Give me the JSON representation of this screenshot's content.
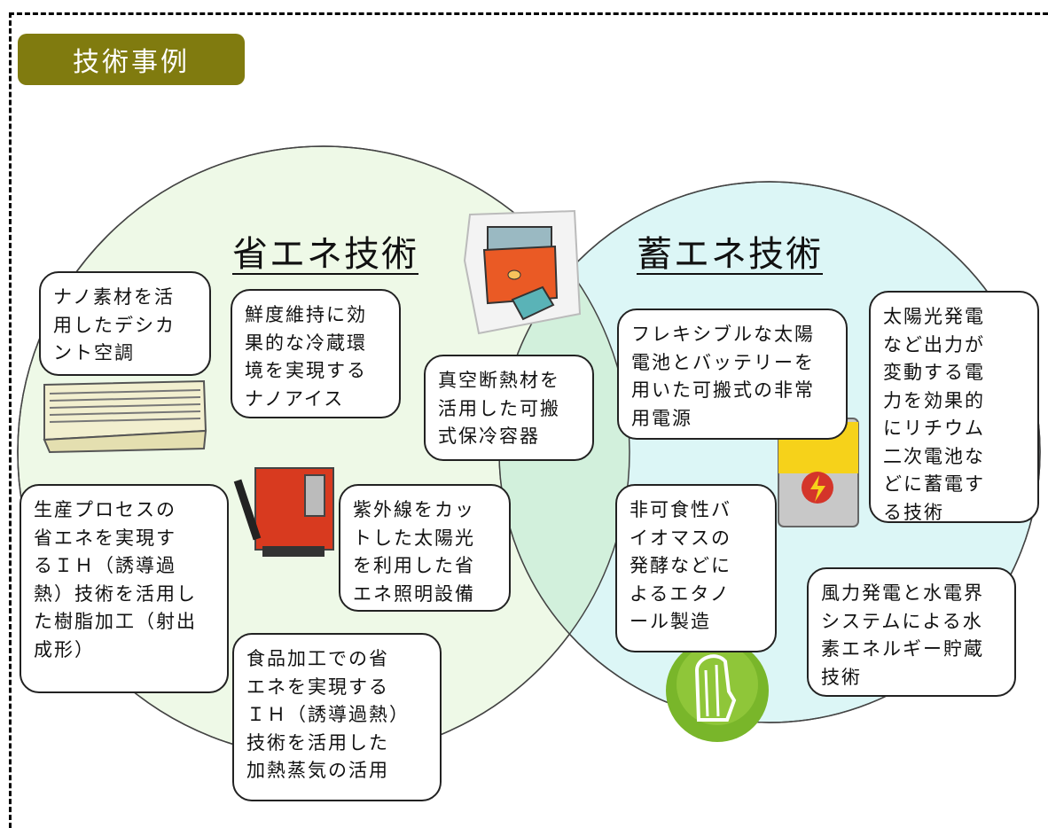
{
  "header": {
    "tag_label": "技術事例"
  },
  "colors": {
    "tag_bg": "#807b0f",
    "left_circle": "#eef9e7",
    "right_circle": "#dcf6f6",
    "overlap": "#d2f0dc"
  },
  "venn": {
    "left_title": "省エネ技術",
    "right_title": "蓄エネ技術"
  },
  "boxes": {
    "nano_desiccant": "ナノ素材を活\n用したデシカ\nント空調",
    "nano_ice": "鮮度維持に効\n果的な冷蔵環\n境を実現する\nナノアイス",
    "vacuum_cooler": "真空断熱材を\n活用した可搬\n式保冷容器",
    "flexible_solar": "フレキシブルな太陽\n電池とバッテリーを\n用いた可搬式の非常\n用電源",
    "lithium_storage": "太陽光発電\nなど出力が\n変動する電\n力を効果的\nにリチウム\n二次電池な\nどに蓄電す\nる技術",
    "ih_resin": "生産プロセスの\n省エネを実現す\nるＩＨ（誘導過\n熱）技術を活用し\nた樹脂加工（射出\n成形）",
    "uv_lighting": "紫外線をカッ\nトした太陽光\nを利用した省\nエネ照明設備",
    "biomass_ethanol": "非可食性バ\nイオマスの\n発酵などに\nよるエタノ\nール製造",
    "hydrogen_storage": "風力発電と水電界\nシステムによる水\n素エネルギー貯蔵\n技術",
    "food_ih": "食品加工での省\nエネを実現する\nＩＨ（誘導過熱）\n技術を活用した\n加熱蒸気の活用"
  }
}
